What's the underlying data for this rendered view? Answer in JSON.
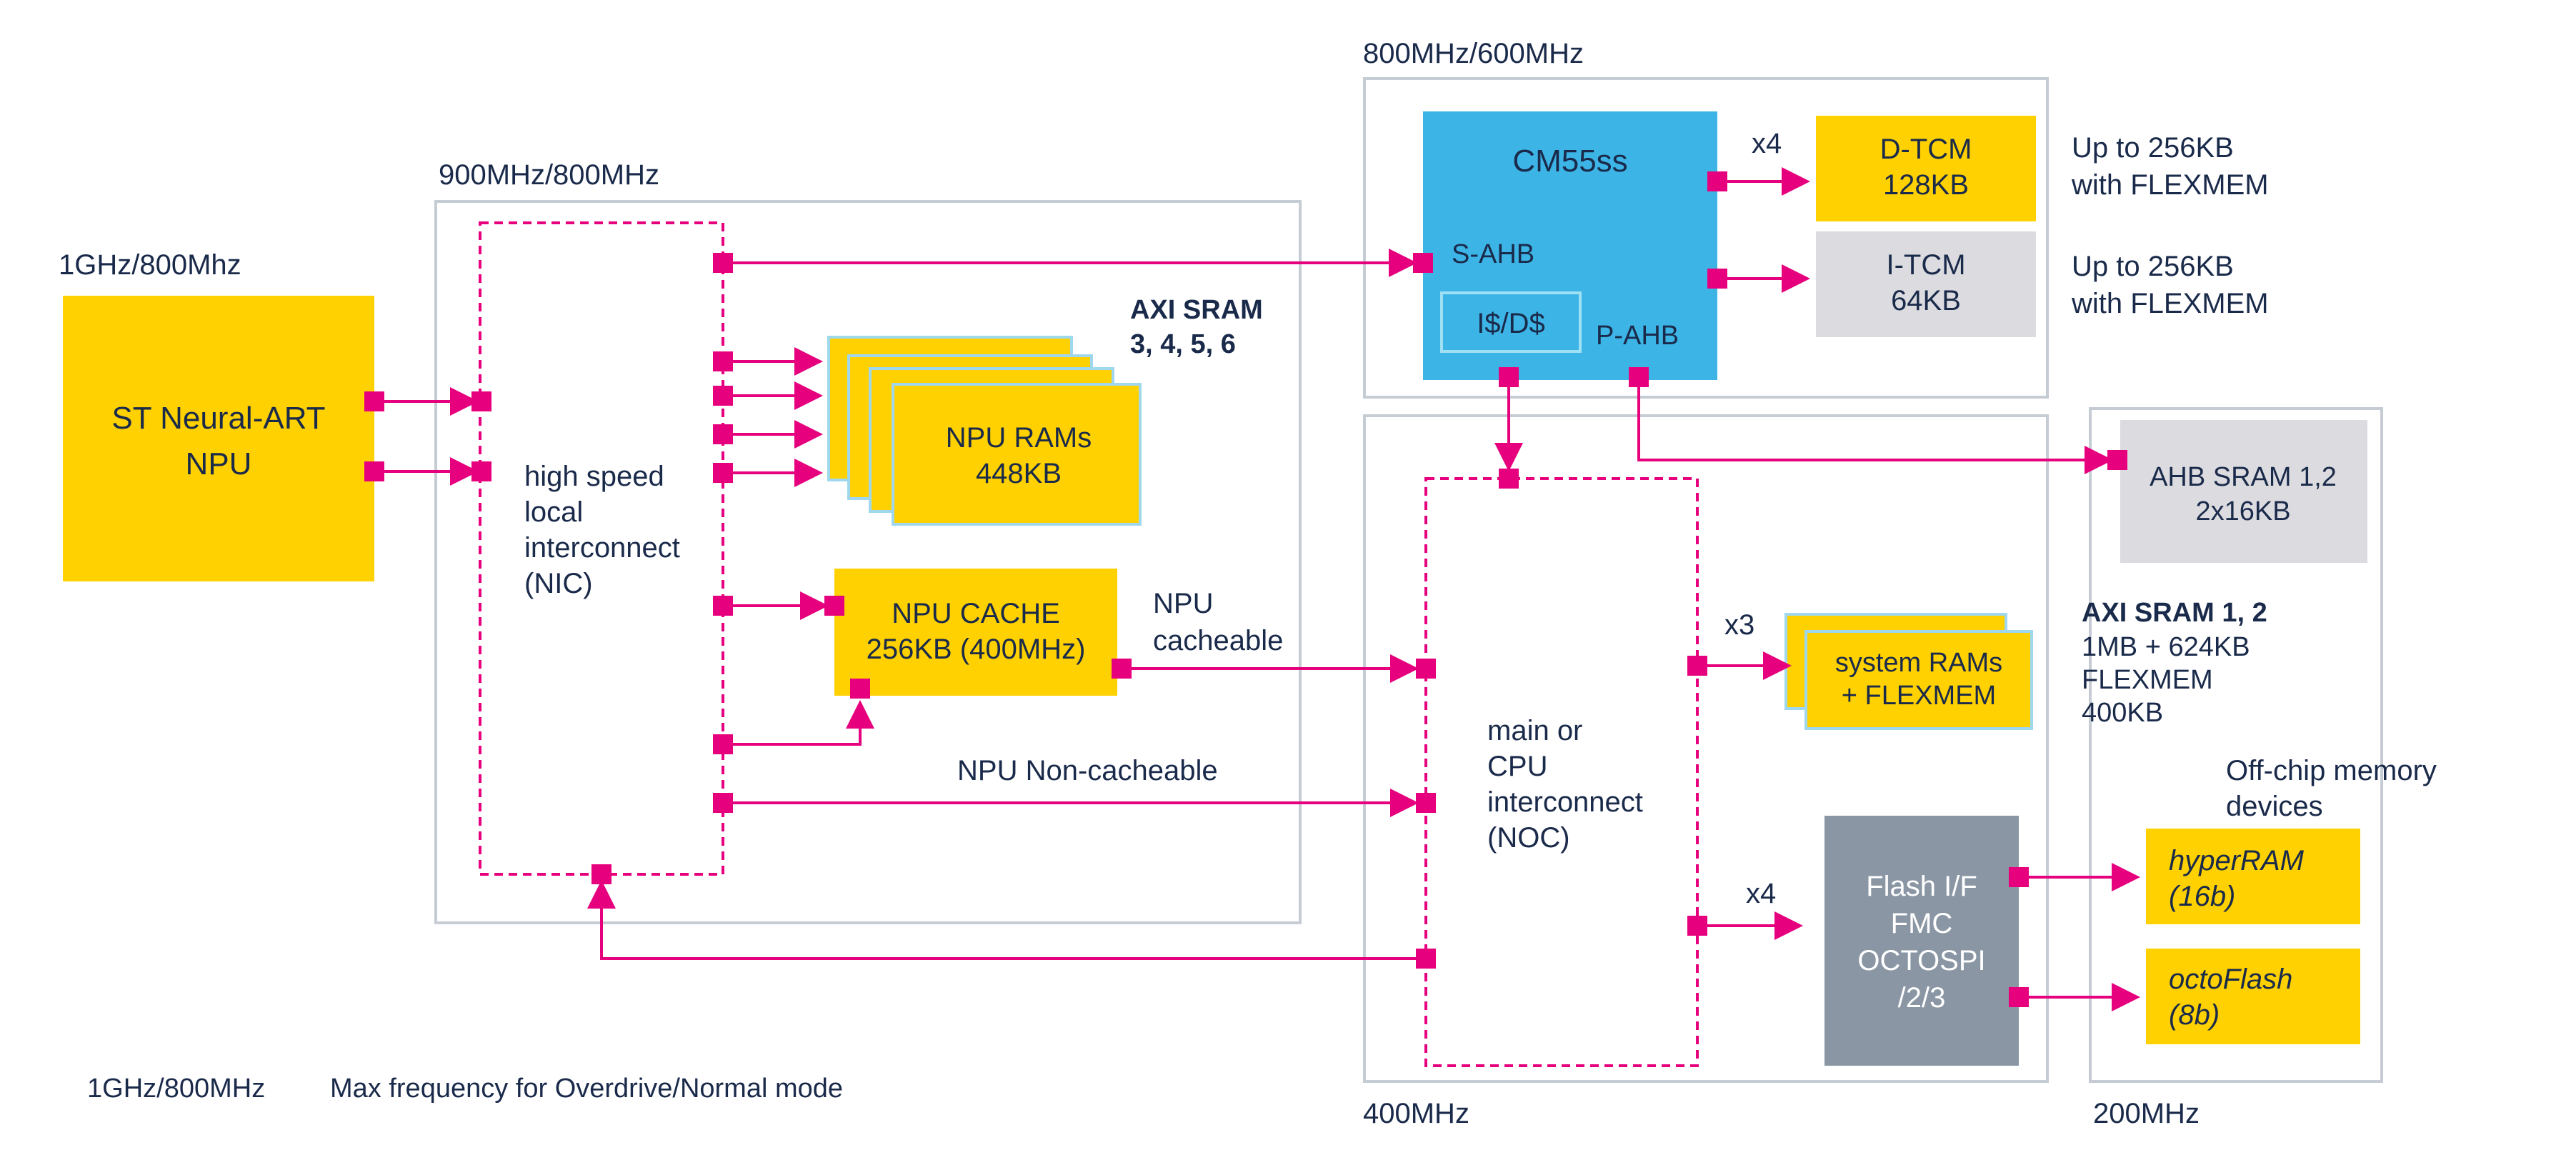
{
  "colors": {
    "yellow": "#ffd100",
    "blue": "#3db4e6",
    "light_gray": "#dcdce0",
    "dark_gray": "#8a96a4",
    "magenta": "#e6007e",
    "text": "#1a2a4a",
    "border": "#c6ccd4"
  },
  "freq": {
    "npu": "1GHz/800Mhz",
    "nic": "900MHz/800MHz",
    "cpu": "800MHz/600MHz",
    "noc": "400MHz",
    "ahb": "200MHz"
  },
  "npu": {
    "line1": "ST Neural-ART",
    "line2": "NPU"
  },
  "nic": {
    "line1": "high speed",
    "line2": "local",
    "line3": "interconnect",
    "line4": "(NIC)"
  },
  "axi_sram_3456": {
    "line1": "AXI SRAM",
    "line2": "3, 4, 5, 6"
  },
  "npu_rams": {
    "line1": "NPU RAMs",
    "line2": "448KB"
  },
  "npu_cache": {
    "line1": "NPU CACHE",
    "line2": "256KB (400MHz)"
  },
  "npu_cacheable": {
    "line1": "NPU",
    "line2": "cacheable"
  },
  "npu_noncacheable": "NPU Non-cacheable",
  "cm55": {
    "title": "CM55ss",
    "sahb": "S-AHB",
    "cache": "I$/D$",
    "pahb": "P-AHB"
  },
  "dtcm": {
    "line1": "D-TCM",
    "line2": "128KB",
    "mult": "x4",
    "note1": "Up to 256KB",
    "note2": "with FLEXMEM"
  },
  "itcm": {
    "line1": "I-TCM",
    "line2": "64KB",
    "note1": "Up to 256KB",
    "note2": "with FLEXMEM"
  },
  "ahb_sram": {
    "line1": "AHB SRAM 1,2",
    "line2": "2x16KB"
  },
  "noc": {
    "line1": "main or",
    "line2": "CPU",
    "line3": "interconnect",
    "line4": "(NOC)"
  },
  "sysram": {
    "mult": "x3",
    "line1": "system RAMs",
    "line2": "+ FLEXMEM"
  },
  "axi_sram_12": {
    "line1": "AXI SRAM 1, 2",
    "line2": "1MB + 624KB",
    "line3": "FLEXMEM",
    "line4": "400KB"
  },
  "flash": {
    "mult": "x4",
    "line1": "Flash I/F",
    "line2": "FMC",
    "line3": "OCTOSPI",
    "line4": "/2/3"
  },
  "offchip": {
    "line1": "Off-chip memory",
    "line2": "devices"
  },
  "hyperram": {
    "line1": "hyperRAM",
    "line2": "(16b)"
  },
  "octoflash": {
    "line1": "octoFlash",
    "line2": "(8b)"
  },
  "legend": {
    "freq": "1GHz/800MHz",
    "desc": "Max frequency for Overdrive/Normal mode"
  }
}
